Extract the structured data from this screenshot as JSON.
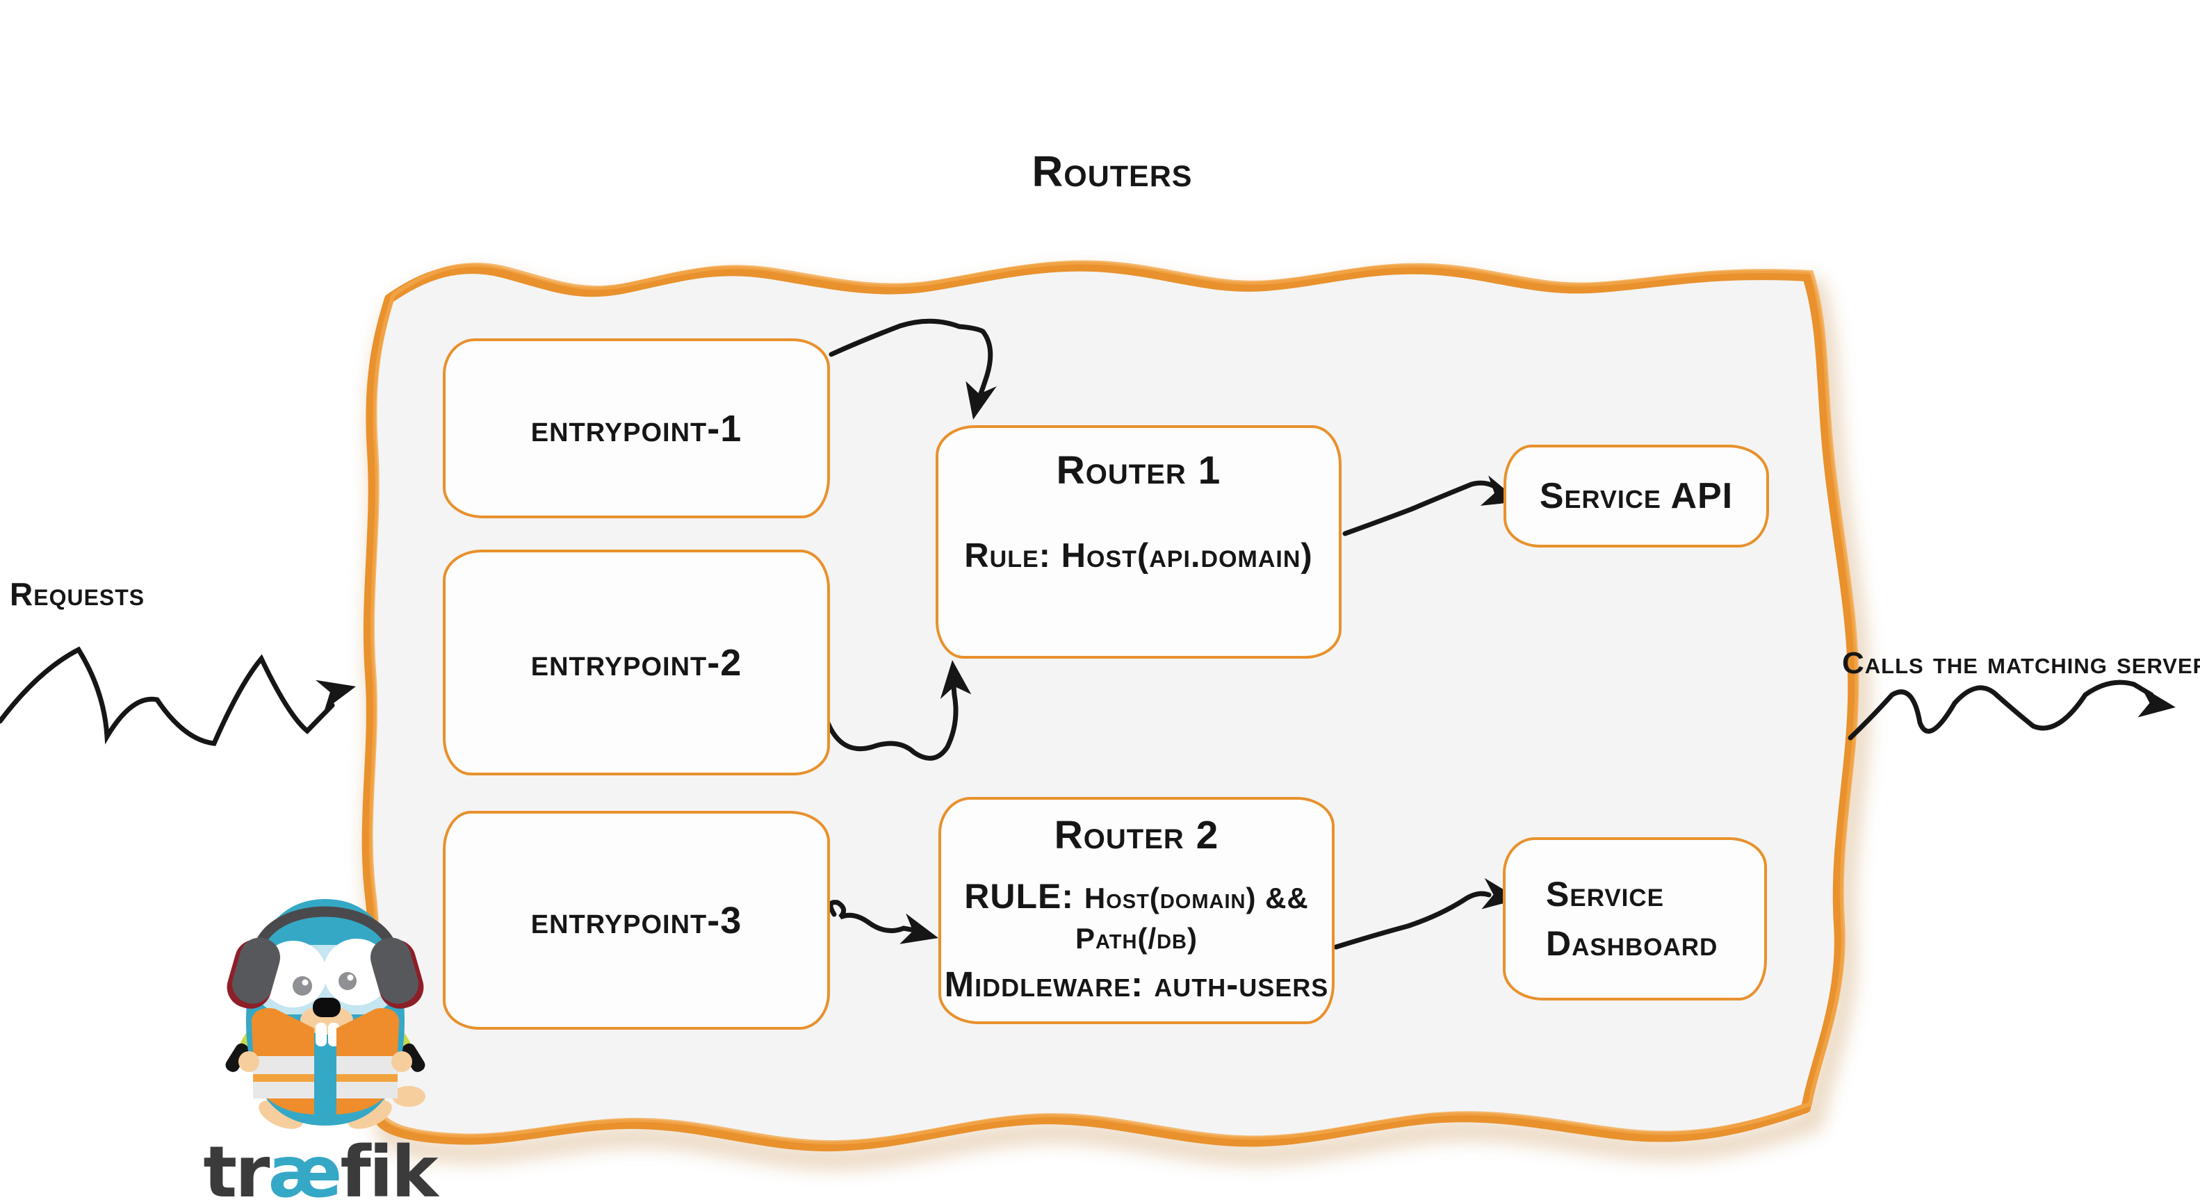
{
  "title": "Routers",
  "colors": {
    "accent_orange": "#e8912d",
    "ink_black": "#161616",
    "panel_gray": "#f4f4f4",
    "brand_teal": "#35a8c6",
    "wordmark_dark": "#3b3b3c"
  },
  "entrypoints": [
    {
      "label": "entrypoint-1"
    },
    {
      "label": "entrypoint-2"
    },
    {
      "label": "entrypoint-3"
    }
  ],
  "routers": [
    {
      "name": "Router 1",
      "rule_label": "Rule:",
      "rule_value": "Host(api.domain)"
    },
    {
      "name": "Router 2",
      "rule_label": "RULE:",
      "rule_value": "Host(domain) && Path(/db)",
      "middleware_label": "Middleware:",
      "middleware_value": "auth-users"
    }
  ],
  "services": [
    {
      "lines": [
        "Service API"
      ]
    },
    {
      "lines": [
        "Service",
        "Dashboard"
      ]
    }
  ],
  "annotations": {
    "requests": "Requests",
    "calls": "Calls the matching server"
  },
  "logo": {
    "wordmark": {
      "pre": "tr",
      "mid": "æ",
      "post": "fik"
    }
  },
  "arrows": [
    {
      "from": "requests",
      "to": "routers-container"
    },
    {
      "from": "entrypoint-1",
      "to": "router-1"
    },
    {
      "from": "entrypoint-2",
      "to": "router-1"
    },
    {
      "from": "entrypoint-3",
      "to": "router-2"
    },
    {
      "from": "router-1",
      "to": "service-api"
    },
    {
      "from": "router-2",
      "to": "service-dashboard"
    },
    {
      "from": "routers-container",
      "to": "matching-server"
    }
  ]
}
